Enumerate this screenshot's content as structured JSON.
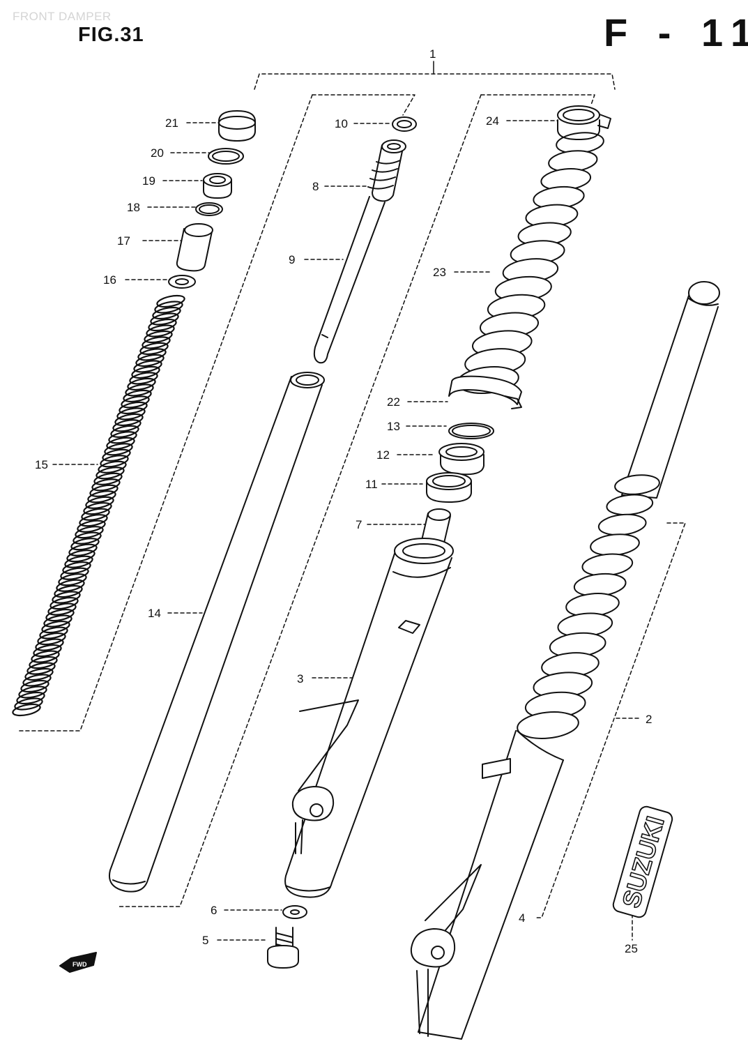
{
  "header": {
    "watermark": "FRONT DAMPER",
    "figure_label": "FIG.31",
    "page_code": "F - 11"
  },
  "badges": {
    "fwd": "FWD",
    "brand": "SUZUKI"
  },
  "parts": [
    {
      "num": "1"
    },
    {
      "num": "2"
    },
    {
      "num": "3"
    },
    {
      "num": "4"
    },
    {
      "num": "5"
    },
    {
      "num": "6"
    },
    {
      "num": "7"
    },
    {
      "num": "8"
    },
    {
      "num": "9"
    },
    {
      "num": "10"
    },
    {
      "num": "11"
    },
    {
      "num": "12"
    },
    {
      "num": "13"
    },
    {
      "num": "14"
    },
    {
      "num": "15"
    },
    {
      "num": "16"
    },
    {
      "num": "17"
    },
    {
      "num": "18"
    },
    {
      "num": "19"
    },
    {
      "num": "20"
    },
    {
      "num": "21"
    },
    {
      "num": "22"
    },
    {
      "num": "23"
    },
    {
      "num": "24"
    },
    {
      "num": "25"
    }
  ],
  "colors": {
    "ink": "#111111",
    "paper": "#ffffff",
    "watermark": "#d4d4d4"
  }
}
